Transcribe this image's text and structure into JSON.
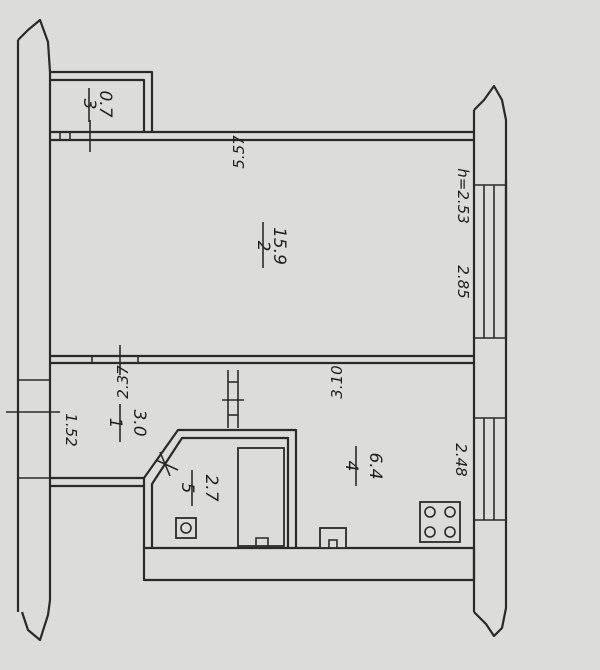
{
  "rooms": [
    {
      "number": "1",
      "area": "3.0"
    },
    {
      "number": "2",
      "area": "15.9"
    },
    {
      "number": "3",
      "area": "0.7"
    },
    {
      "number": "4",
      "area": "6.4"
    },
    {
      "number": "5",
      "area": "2.7"
    }
  ],
  "dimensions": {
    "room2_length": "5.57",
    "room2_width": "2.85",
    "ceiling_height": "h=2.53",
    "hall_length": "2.37",
    "kitchen_length": "3.10",
    "kitchen_width": "2.48",
    "hall_width": "1.52"
  }
}
